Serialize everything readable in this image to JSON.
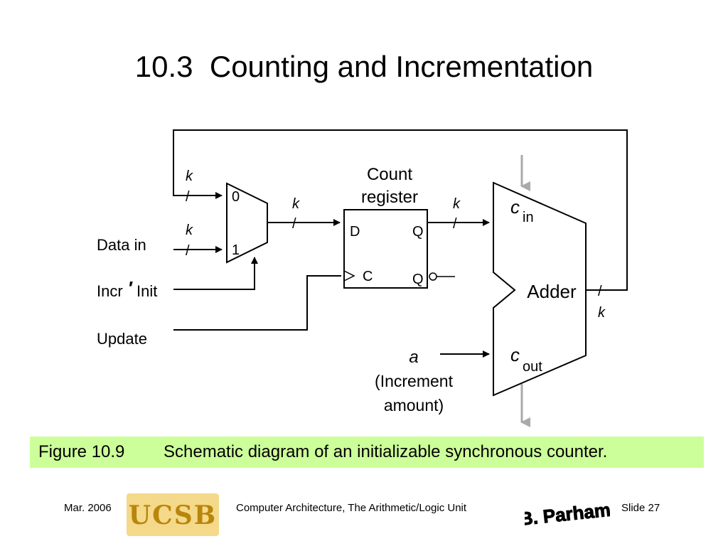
{
  "slide": {
    "title": "10.3  Counting and Incrementation"
  },
  "diagram": {
    "inputs": {
      "data_in": "Data in",
      "incr_init_a": "Incr",
      "incr_init_prime": "′",
      "incr_init_b": "Init",
      "update": "Update"
    },
    "bus_width": "k",
    "bus_slash": "/",
    "mux": {
      "input0": "0",
      "input1": "1"
    },
    "register": {
      "label_line1": "Count",
      "label_line2": "register",
      "d": "D",
      "q": "Q",
      "c": "C",
      "q_bar": "Q"
    },
    "adder": {
      "label": "Adder",
      "cin_c": "c",
      "cin_sub": "in",
      "cout_c": "c",
      "cout_sub": "out"
    },
    "increment": {
      "a": "a",
      "line1": "(Increment",
      "line2": "amount)"
    }
  },
  "caption": {
    "figure": "Figure 10.9",
    "text": "Schematic diagram of an initializable synchronous counter."
  },
  "footer": {
    "date": "Mar. 2006",
    "logo_text": "UCSB",
    "course": "Computer Architecture, The Arithmetic/Logic Unit",
    "author_logo_text": "B. Parhami",
    "slide": "Slide 27"
  }
}
